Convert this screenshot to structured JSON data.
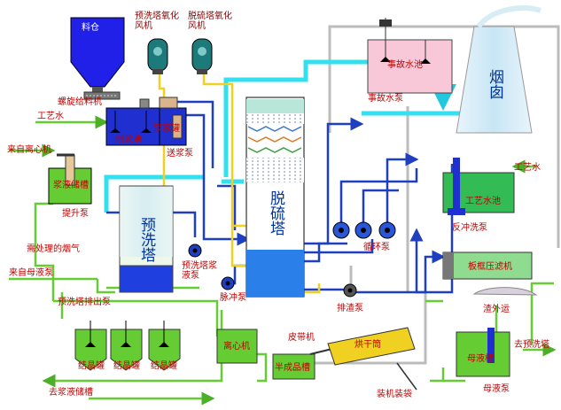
{
  "labels": {
    "silo": "料仓",
    "screw_feeder": "螺旋给料机",
    "process_water_left": "工艺水",
    "slurry_tank": "制浆池",
    "slurry_storage": "浆液罐",
    "feed_pump": "送浆泵",
    "from_centrifuge": "来自离心机",
    "slurry_buffer_tank": "浆液储槽",
    "lift_pump": "提升泵",
    "prewash_fan": "预洗塔氧化风机",
    "desulf_fan": "脱硫塔氧化风机",
    "accident_tank": "事故水池",
    "accident_pump": "事故水泵",
    "chimney": "烟囱",
    "prewash_tower": "预洗塔",
    "desulf_tower": "脱硫塔",
    "flue_gas": "需处理的烟气",
    "prewash_pump": "预洗塔浆液泵",
    "pulse_pump": "脉冲泵",
    "circ_pump": "循环泵",
    "process_water_right": "工艺水",
    "process_water_tank": "工艺水池",
    "backwash_pump": "反冲洗泵",
    "from_mother_pump": "来自母液泵",
    "prewash_discharge_pump": "预洗塔排出泵",
    "slag_pump": "排渣泵",
    "plate_filter": "板框压滤机",
    "slag_out": "渣外运",
    "crystallizer": "结晶罐",
    "to_slurry_storage": "去浆液储槽",
    "centrifuge": "离心机",
    "belt_conveyor": "皮带机",
    "semi_product": "半成品槽",
    "dryer": "烘干筒",
    "packing": "装机装袋",
    "mother_tank": "母液槽",
    "to_prewash": "去预洗塔",
    "mother_pump": "母液泵"
  },
  "colors": {
    "slurry_line": "#1f3fbf",
    "water_line": "#bcbcbc",
    "gas_line": "#33e0f0",
    "green_line": "#66cc33",
    "oxidation_line": "#f0d020",
    "label_red": "#c00000"
  }
}
